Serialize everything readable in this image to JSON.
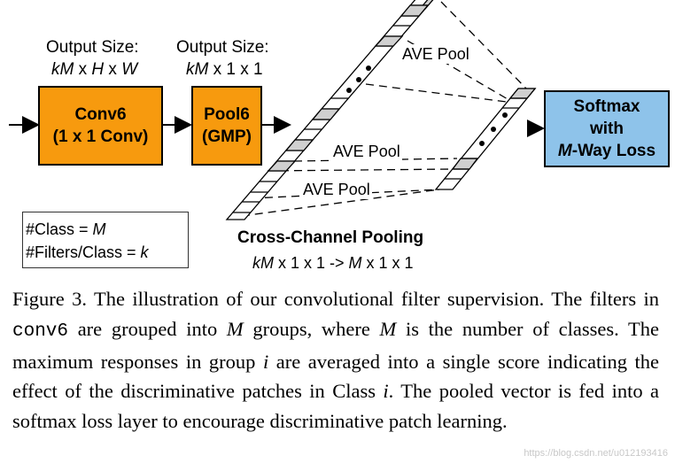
{
  "conv6": {
    "size_title": "Output Size:",
    "size_prefix": "kM",
    "size_mid1": " x ",
    "size_h": "H",
    "size_mid2": " x ",
    "size_w": "W",
    "line1": "Conv6",
    "line2": "(1 x 1 Conv)"
  },
  "pool6": {
    "size_title": "Output Size:",
    "size_prefix": "kM",
    "size_rest": " x 1 x 1",
    "line1": "Pool6",
    "line2": "(GMP)"
  },
  "softmax": {
    "line1": "Softmax",
    "line2": "with",
    "line3_var": "M",
    "line3_rest": "-Way Loss"
  },
  "ave_pool_labels": [
    "AVE Pool",
    "AVE Pool",
    "AVE Pool"
  ],
  "cross_channel": {
    "title": "Cross-Channel Pooling",
    "dims_var1": "kM",
    "dims_mid": " x 1 x 1 -> ",
    "dims_var2": "M",
    "dims_rest": " x 1 x 1"
  },
  "legend": {
    "class_prefix": "#Class = ",
    "class_var": "M",
    "filters_prefix": "#Filters/Class = ",
    "filters_var": "k"
  },
  "caption": {
    "part1": "Figure 3.   The illustration of our convolutional filter supervision. The filters in ",
    "code": "conv6",
    "part2": " are grouped into ",
    "var1": "M",
    "part3": " groups, where ",
    "var2": "M",
    "part4": " is the number of classes. The maximum responses in group ",
    "var3": "i",
    "part5": " are averaged into a single score indicating the effect of the discriminative patches in Class ",
    "var4": "i",
    "part6": ". The pooled vector is fed into a softmax loss layer to encourage discriminative patch learning."
  },
  "watermark": "https://blog.csdn.net/u012193416",
  "colors": {
    "orange_box": "#f79a0e",
    "blue_box": "#8ec3ea",
    "cell_gray": "#d0d0d0"
  }
}
